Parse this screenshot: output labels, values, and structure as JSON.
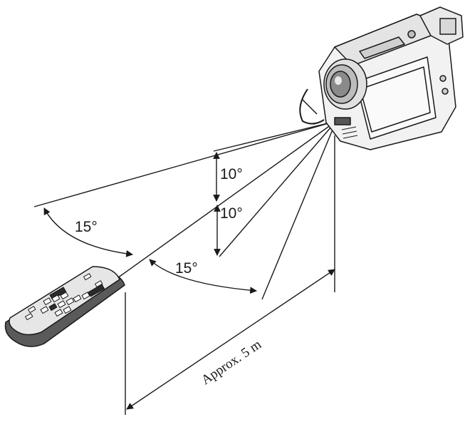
{
  "labels": {
    "vertical_angle_upper": "10°",
    "vertical_angle_lower": "10°",
    "horizontal_angle_left": "15°",
    "horizontal_angle_right": "15°",
    "distance": "Approx. 5 m"
  },
  "colors": {
    "line": "#1a1a1a",
    "camera_body": "#f2f2f2",
    "camera_shadow": "#cfcfcf",
    "remote_body": "#5a5a5a",
    "remote_face": "#e6e6e6"
  },
  "icons": {
    "camera": "camcorder-icon",
    "remote": "remote-control-icon"
  }
}
